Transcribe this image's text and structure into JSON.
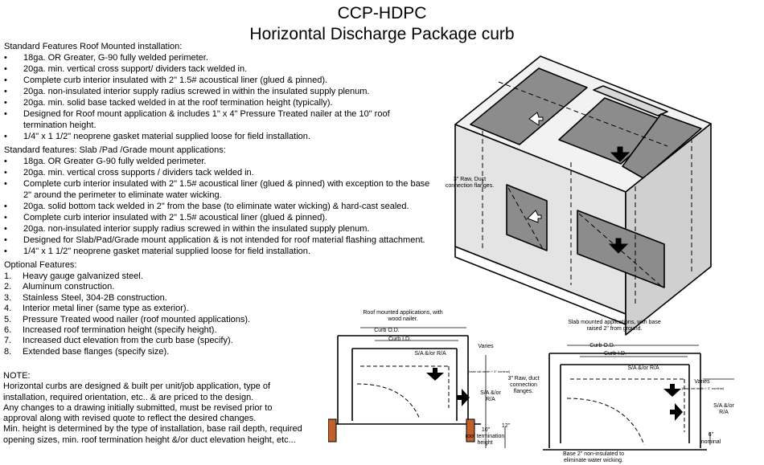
{
  "title": {
    "line1": "CCP-HDPC",
    "line2": "Horizontal Discharge Package curb"
  },
  "roof": {
    "heading": "Standard Features Roof Mounted installation:",
    "items": [
      "18ga. OR Greater, G-90 fully welded  perimeter.",
      "20ga. min. vertical cross support/ dividers tack welded in.",
      "Complete curb interior insulated with 2\" 1.5# acoustical liner (glued & pinned).",
      "20ga. non-insulated interior supply radius screwed in within the insulated supply plenum.",
      "20ga. min. solid base tacked welded in at the roof termination height (typically).",
      "Designed for Roof mount application & includes 1\" x 4\" Pressure Treated nailer at the 10\" roof termination height.",
      "1/4\" x 1 1/2\" neoprene gasket material supplied loose for field installation."
    ]
  },
  "slab": {
    "heading": "Standard features: Slab /Pad /Grade mount applications:",
    "items": [
      "18ga. OR Greater G-90 fully welded perimeter.",
      "20ga. min. vertical cross supports / dividers tack welded in.",
      "Complete curb interior insulated with 2\" 1.5# acoustical liner (glued & pinned) with exception to the base 2\" around the perimeter to eliminate water wicking.",
      "20ga. solid bottom tack welded in 2\" from the base (to eliminate water wicking) & hard-cast sealed.",
      "Complete curb interior insulated with 2\" 1.5# acoustical liner (glued & pinned).",
      "20ga. non-insulated interior supply radius screwed in within the insulated supply plenum.",
      "Designed for Slab/Pad/Grade mount application & is not intended for roof material flashing attachment.",
      "1/4\" x 1 1/2\" neoprene gasket material supplied loose for field installation."
    ]
  },
  "optional": {
    "heading": "Optional Features:",
    "items": [
      {
        "num": "1.",
        "text": "Heavy gauge galvanized steel."
      },
      {
        "num": "2.",
        "text": "Aluminum construction."
      },
      {
        "num": "3.",
        "text": "Stainless Steel, 304-2B construction."
      },
      {
        "num": "4.",
        "text": "Interior metal liner (same type as exterior)."
      },
      {
        "num": "5.",
        "text": "Pressure Treated wood nailer (roof mounted applications)."
      },
      {
        "num": "6.",
        "text": "Increased roof termination height (specify height)."
      },
      {
        "num": "7.",
        "text": "Increased duct elevation from the curb base (specify)."
      },
      {
        "num": "8.",
        "text": "Extended base flanges (specify size)."
      }
    ]
  },
  "note": {
    "heading": "NOTE:",
    "lines": [
      "Horizontal curbs are designed & built per unit/job application, type of",
      "installation, required orientation, etc.. & are priced to the design.",
      "Any changes to a drawing initially submitted, must be revised prior to",
      "approval along with revised quote to reflect the desired changes.",
      "Min. height is determined by the type of installation, base rail depth, required",
      "opening sizes, min. roof termination height &/or duct elevation height, etc..."
    ]
  },
  "iso": {
    "flange_label": "3\" Raw, Duct connection flanges."
  },
  "roof_section": {
    "caption": "Roof mounted applications, with wood nailer.",
    "curb_od": "Curb O.D.",
    "curb_id": "Curb I.D.",
    "sa_ra": "S/A &/or R/A",
    "varies": "Varies",
    "varies_note": "(base rail depth + 3\" nominal)",
    "flange": "3\" Raw, duct connection flanges.",
    "sa_ra_side": "S/A &/or R/A",
    "ten_in": "10\"",
    "roof_term": "roof termination height",
    "twelve_in": "12\""
  },
  "slab_section": {
    "caption": "Slab mounted applications, with base raised 2\" from ground.",
    "curb_od": "Curb O.D.",
    "curb_id": "Curb I.D.",
    "sa_ra": "S/A &/or R/A",
    "varies": "Varies",
    "varies_note": "(base rail depth + 3\" nominal)",
    "sa_ra_side": "S/A &/or R/A",
    "six_in": "6\"",
    "nominal": "nominal",
    "base_note": "Base 2\" non-insulated to eliminate water wicking."
  }
}
